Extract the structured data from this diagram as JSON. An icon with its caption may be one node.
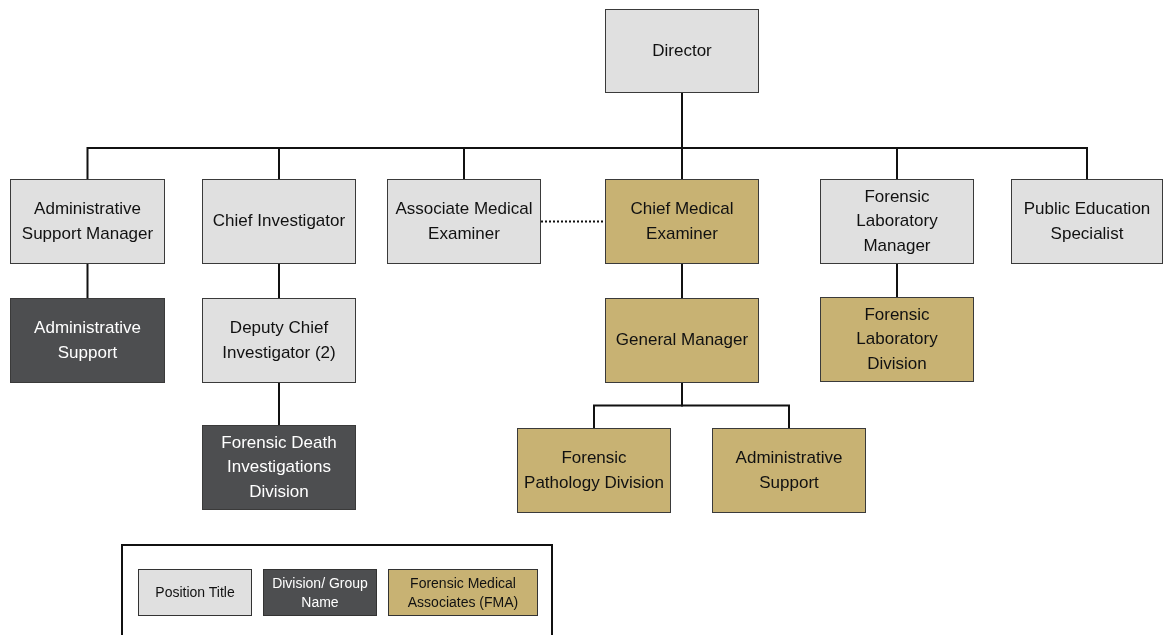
{
  "diagram": {
    "nodes": [
      {
        "text": [
          "Director"
        ]
      },
      {
        "text": [
          "Administrative Support Manager"
        ]
      },
      {
        "text": [
          "Chief Investigator"
        ]
      },
      {
        "text": [
          "Associate Medical Examiner"
        ]
      },
      {
        "text": [
          "Chief Medical Examiner"
        ]
      },
      {
        "text": [
          "Forensic Laboratory Manager"
        ]
      },
      {
        "text": [
          "Public Education Specialist"
        ]
      },
      {
        "text": [
          "Administrative Support"
        ]
      },
      {
        "text": [
          "Deputy Chief Investigator (2)"
        ]
      },
      {
        "text": [
          "General Manager"
        ]
      },
      {
        "text": [
          "Forensic Laboratory Division"
        ]
      },
      {
        "text": [
          "Forensic Death Investigations Division"
        ]
      },
      {
        "text": [
          "Forensic Pathology Division"
        ]
      },
      {
        "text": [
          "Administrative Support"
        ]
      }
    ],
    "edges": [
      {
        "from": 0,
        "to": 1,
        "arrow": "none"
      },
      {
        "from": 0,
        "to": 2,
        "arrow": "none"
      },
      {
        "from": 0,
        "to": 3,
        "arrow": "none"
      },
      {
        "from": 0,
        "to": 4,
        "arrow": "none"
      },
      {
        "from": 0,
        "to": 5,
        "arrow": "none"
      },
      {
        "from": 0,
        "to": 6,
        "arrow": "none"
      },
      {
        "from": 3,
        "to": 4,
        "arrow": "none",
        "style": "dashed"
      },
      {
        "from": 1,
        "to": 7,
        "arrow": "none"
      },
      {
        "from": 2,
        "to": 8,
        "arrow": "none"
      },
      {
        "from": 4,
        "to": 9,
        "arrow": "none"
      },
      {
        "from": 5,
        "to": 10,
        "arrow": "none"
      },
      {
        "from": 8,
        "to": 11,
        "arrow": "none"
      },
      {
        "from": 9,
        "to": 12,
        "arrow": "none"
      },
      {
        "from": 9,
        "to": 13,
        "arrow": "none"
      }
    ],
    "legend": [
      {
        "text": "Position Title",
        "color": "#e0e0e0"
      },
      {
        "text": "Division/ Group Name",
        "color": "#4d4e50"
      },
      {
        "text": "Forensic Medical Associates (FMA)",
        "color": "#c8b273"
      }
    ]
  }
}
